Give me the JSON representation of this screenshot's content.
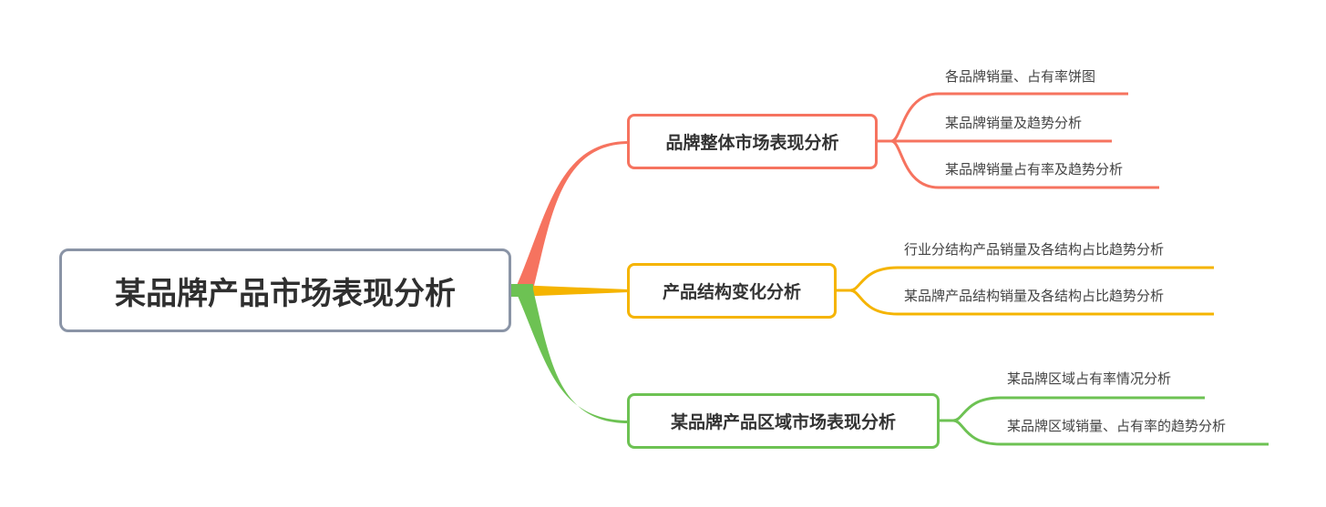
{
  "root": {
    "label": "某品牌产品市场表现分析"
  },
  "branches": [
    {
      "label": "品牌整体市场表现分析",
      "color": "#f6735f",
      "leaves": [
        "各品牌销量、占有率饼图",
        "某品牌销量及趋势分析",
        "某品牌销量占有率及趋势分析"
      ]
    },
    {
      "label": "产品结构变化分析",
      "color": "#f5b400",
      "leaves": [
        "行业分结构产品销量及各结构占比趋势分析",
        "某品牌产品结构销量及各结构占比趋势分析"
      ]
    },
    {
      "label": "某品牌产品区域市场表现分析",
      "color": "#6dc253",
      "leaves": [
        "某品牌区域占有率情况分析",
        "某品牌区域销量、占有率的趋势分析"
      ]
    }
  ],
  "root_border_color": "#8a94a6"
}
